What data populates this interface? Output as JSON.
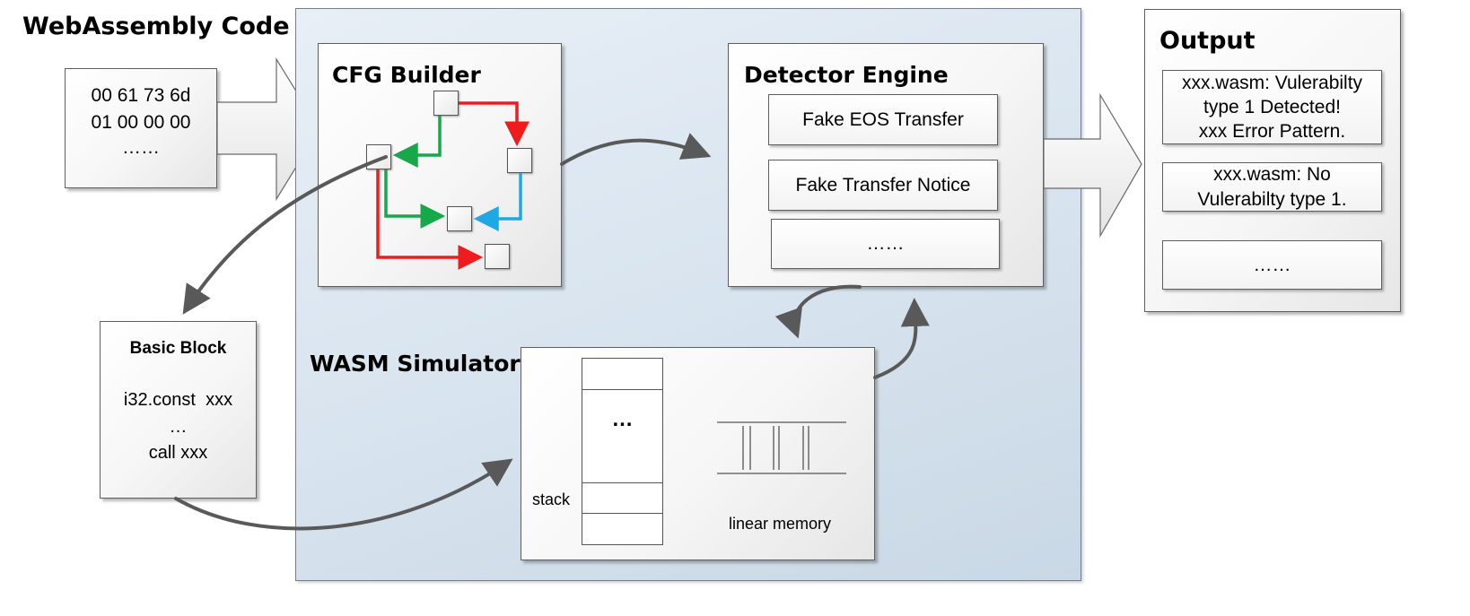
{
  "input": {
    "title": "WebAssembly Code",
    "lines": [
      "00 61 73 6d",
      "01 00 00 00",
      "……"
    ]
  },
  "cfg_builder": {
    "title": "CFG Builder"
  },
  "detector": {
    "title": "Detector Engine",
    "items": [
      "Fake EOS Transfer",
      "Fake Transfer Notice",
      "……"
    ]
  },
  "basic_block": {
    "title": "Basic Block",
    "lines": [
      "i32.const  xxx",
      "…",
      "call xxx"
    ]
  },
  "simulator": {
    "title": "WASM Simulator",
    "stack_label": "stack",
    "stack_ellipsis": "…",
    "memory_label": "linear memory"
  },
  "output": {
    "title": "Output",
    "items": [
      [
        "xxx.wasm: Vulerabilty",
        "type 1 Detected!",
        "xxx Error Pattern."
      ],
      [
        "xxx.wasm: No",
        "Vulerabilty type 1."
      ],
      [
        "……"
      ]
    ]
  },
  "colors": {
    "red": "#ee1c1c",
    "green": "#17a84a",
    "blue": "#1ea9e6",
    "connector": "#595959"
  }
}
